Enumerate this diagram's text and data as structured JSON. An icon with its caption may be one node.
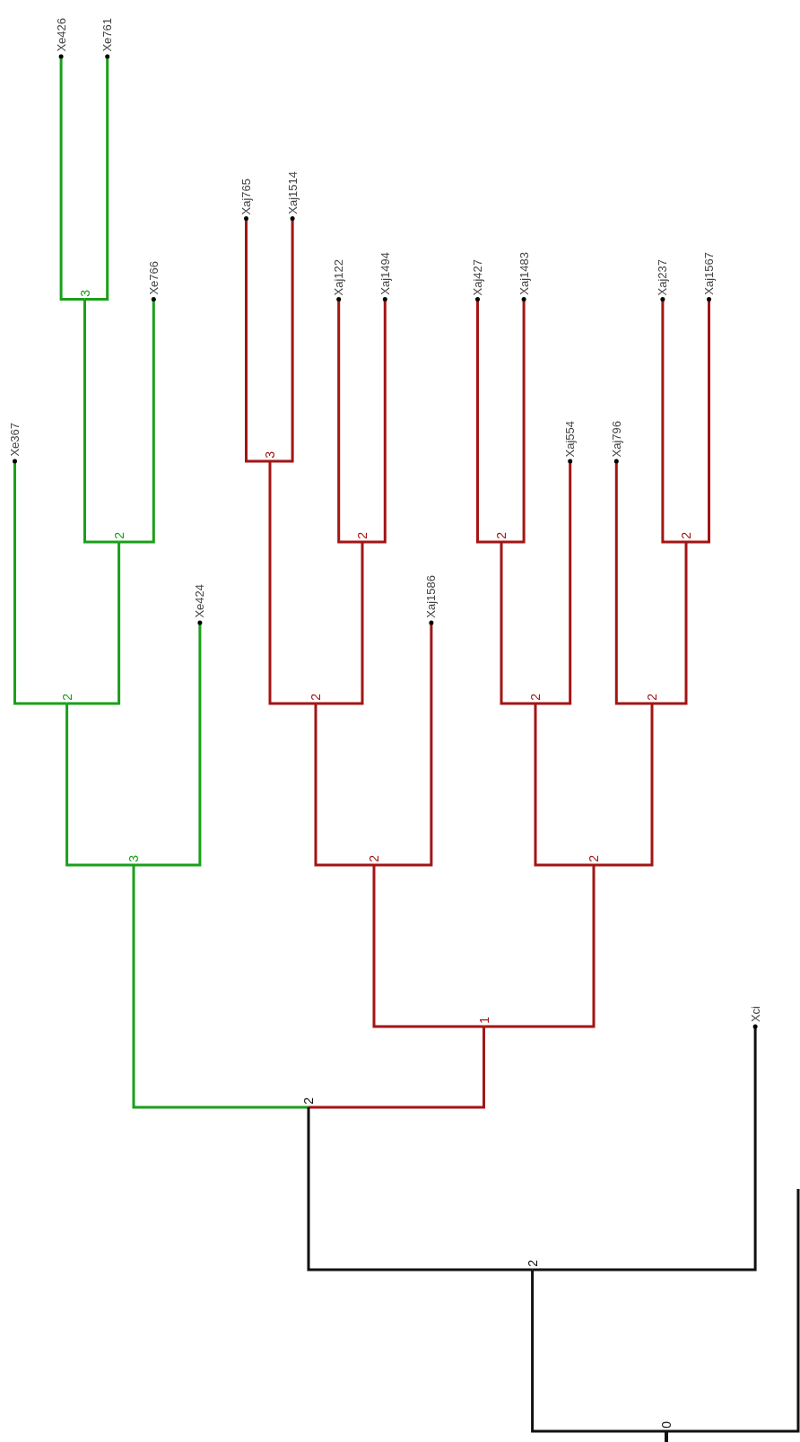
{
  "diagram": {
    "nodes": [
      {
        "text": [
          "Xe367"
        ]
      },
      {
        "text": [
          "Xe426"
        ]
      },
      {
        "text": [
          "Xe761"
        ]
      },
      {
        "text": [
          "Xe766"
        ]
      },
      {
        "text": [
          "Xe424"
        ]
      },
      {
        "text": [
          "Xaj765"
        ]
      },
      {
        "text": [
          "Xaj1514"
        ]
      },
      {
        "text": [
          "Xaj122"
        ]
      },
      {
        "text": [
          "Xaj1494"
        ]
      },
      {
        "text": [
          "Xaj1586"
        ]
      },
      {
        "text": [
          "Xaj427"
        ]
      },
      {
        "text": [
          "Xaj1483"
        ]
      },
      {
        "text": [
          "Xaj554"
        ]
      },
      {
        "text": [
          "Xaj796"
        ]
      },
      {
        "text": [
          "Xaj237"
        ]
      },
      {
        "text": [
          "Xaj1567"
        ]
      },
      {
        "text": [
          "Xci"
        ]
      },
      {
        "text": [
          "3"
        ]
      },
      {
        "text": [
          "2"
        ]
      },
      {
        "text": [
          "2"
        ]
      },
      {
        "text": [
          "3"
        ]
      },
      {
        "text": [
          "3"
        ]
      },
      {
        "text": [
          "2"
        ]
      },
      {
        "text": [
          "2"
        ]
      },
      {
        "text": [
          "2"
        ]
      },
      {
        "text": [
          "2"
        ]
      },
      {
        "text": [
          "2"
        ]
      },
      {
        "text": [
          "2"
        ]
      },
      {
        "text": [
          "2"
        ]
      },
      {
        "text": [
          "2"
        ]
      },
      {
        "text": [
          "1"
        ]
      },
      {
        "text": [
          "2"
        ]
      },
      {
        "text": [
          "2"
        ]
      },
      {
        "text": [
          "0"
        ]
      }
    ],
    "edges": [
      {
        "from": 17,
        "to": 1,
        "arrow": "none",
        "color": "#1aa01a"
      },
      {
        "from": 17,
        "to": 2,
        "arrow": "none",
        "color": "#1aa01a"
      },
      {
        "from": 18,
        "to": 17,
        "arrow": "none",
        "color": "#1aa01a"
      },
      {
        "from": 18,
        "to": 3,
        "arrow": "none",
        "color": "#1aa01a"
      },
      {
        "from": 19,
        "to": 0,
        "arrow": "none",
        "color": "#1aa01a"
      },
      {
        "from": 19,
        "to": 18,
        "arrow": "none",
        "color": "#1aa01a"
      },
      {
        "from": 20,
        "to": 19,
        "arrow": "none",
        "color": "#1aa01a"
      },
      {
        "from": 20,
        "to": 4,
        "arrow": "none",
        "color": "#1aa01a"
      },
      {
        "from": 21,
        "to": 5,
        "arrow": "none"
      },
      {
        "from": 21,
        "to": 6,
        "arrow": "none"
      },
      {
        "from": 22,
        "to": 7,
        "arrow": "none"
      },
      {
        "from": 22,
        "to": 8,
        "arrow": "none"
      },
      {
        "from": 23,
        "to": 21,
        "arrow": "none"
      },
      {
        "from": 23,
        "to": 22,
        "arrow": "none"
      },
      {
        "from": 24,
        "to": 23,
        "arrow": "none"
      },
      {
        "from": 24,
        "to": 9,
        "arrow": "none"
      },
      {
        "from": 25,
        "to": 10,
        "arrow": "none"
      },
      {
        "from": 25,
        "to": 11,
        "arrow": "none"
      },
      {
        "from": 26,
        "to": 25,
        "arrow": "none"
      },
      {
        "from": 26,
        "to": 12,
        "arrow": "none"
      },
      {
        "from": 27,
        "to": 14,
        "arrow": "none"
      },
      {
        "from": 27,
        "to": 15,
        "arrow": "none"
      },
      {
        "from": 28,
        "to": 13,
        "arrow": "none"
      },
      {
        "from": 28,
        "to": 27,
        "arrow": "none"
      },
      {
        "from": 29,
        "to": 26,
        "arrow": "none"
      },
      {
        "from": 29,
        "to": 28,
        "arrow": "none"
      },
      {
        "from": 30,
        "to": 24,
        "arrow": "none"
      },
      {
        "from": 30,
        "to": 29,
        "arrow": "none"
      },
      {
        "from": 31,
        "to": 20,
        "arrow": "none",
        "color": "#1aa01a"
      },
      {
        "from": 31,
        "to": 30,
        "arrow": "none"
      },
      {
        "from": 32,
        "to": 31,
        "arrow": "none",
        "color": "#111111"
      },
      {
        "from": 32,
        "to": 16,
        "arrow": "none",
        "color": "#111111"
      },
      {
        "from": 33,
        "to": 32,
        "arrow": "none",
        "color": "#111111"
      },
      {
        "from": 33,
        "to": null,
        "arrow": "none",
        "color": "#111111"
      }
    ]
  }
}
